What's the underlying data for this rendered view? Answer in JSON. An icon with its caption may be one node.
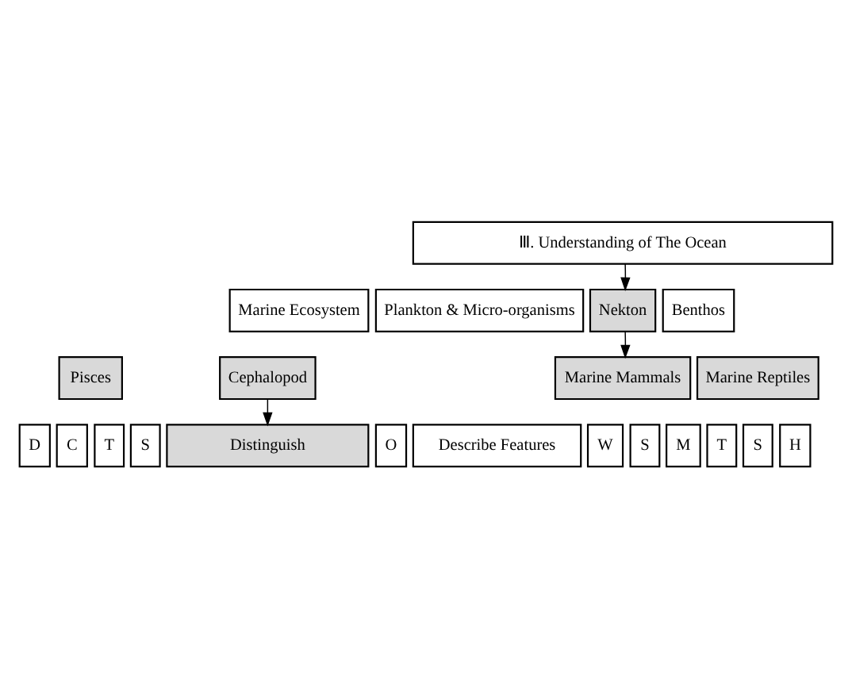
{
  "diagram": {
    "nodes": [
      {
        "text": [
          "Ⅲ. Understanding of The Ocean"
        ]
      },
      {
        "text": [
          "Marine Ecosystem"
        ]
      },
      {
        "text": [
          "Plankton & Micro-organisms"
        ]
      },
      {
        "text": [
          "Nekton"
        ]
      },
      {
        "text": [
          "Benthos"
        ]
      },
      {
        "text": [
          "Pisces"
        ]
      },
      {
        "text": [
          "Cephalopod"
        ]
      },
      {
        "text": [
          "Marine Mammals"
        ]
      },
      {
        "text": [
          "Marine Reptiles"
        ]
      },
      {
        "text": [
          "D"
        ]
      },
      {
        "text": [
          "C"
        ]
      },
      {
        "text": [
          "T"
        ]
      },
      {
        "text": [
          "S"
        ]
      },
      {
        "text": [
          "O"
        ]
      },
      {
        "text": [
          "W"
        ]
      },
      {
        "text": [
          "S"
        ]
      },
      {
        "text": [
          "M"
        ]
      },
      {
        "text": [
          "T"
        ]
      },
      {
        "text": [
          "S"
        ]
      },
      {
        "text": [
          "H"
        ]
      },
      {
        "text": [
          "Distinguish"
        ]
      },
      {
        "text": [
          "Describe Features"
        ]
      }
    ],
    "edges": [
      {
        "from": 0,
        "to": 3,
        "arrow": "to"
      },
      {
        "from": 3,
        "to": 7,
        "arrow": "to"
      },
      {
        "from": 6,
        "to": 20,
        "arrow": "to"
      }
    ]
  }
}
